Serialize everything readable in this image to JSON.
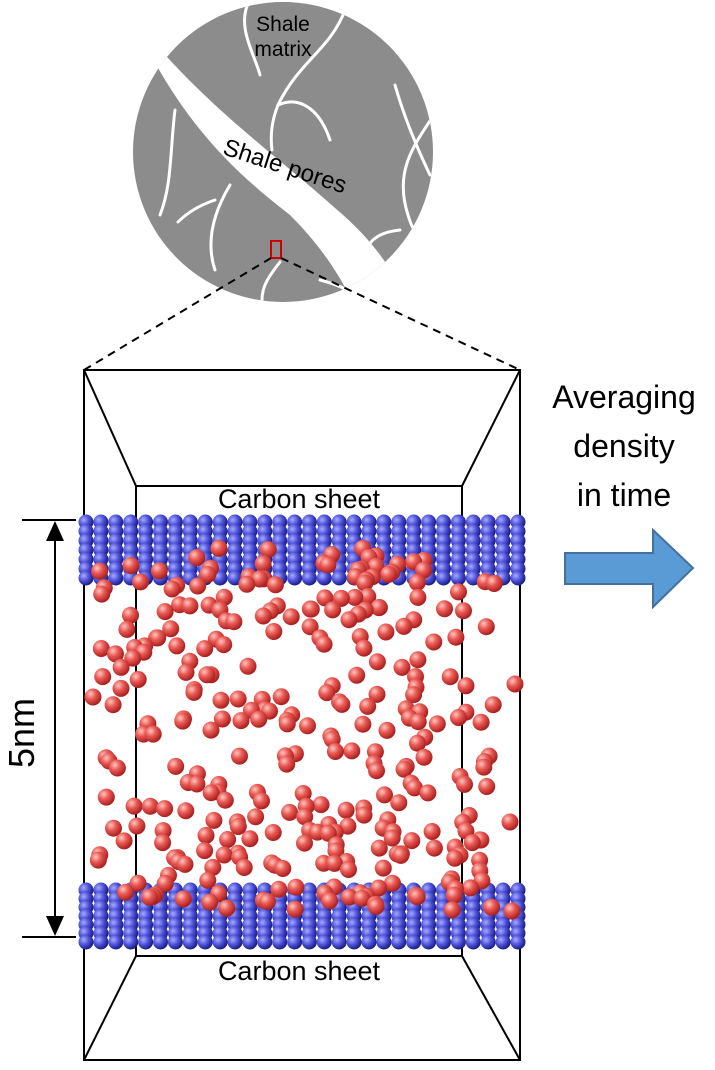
{
  "shale": {
    "matrix_label_line1": "Shale",
    "matrix_label_line2": "matrix",
    "pores_label": "Shale pores",
    "matrix_color": "#8c8c8c",
    "highlight_color": "#d00000"
  },
  "simulation": {
    "top_sheet_label": "Carbon sheet",
    "bottom_sheet_label": "Carbon sheet",
    "width_label": "5nm",
    "carbon_color": "#4a4fd6",
    "molecule_color": "#e04848"
  },
  "process": {
    "line1": "Averaging",
    "line2": "density",
    "line3": "in time",
    "arrow_color": "#5b9bd5"
  }
}
